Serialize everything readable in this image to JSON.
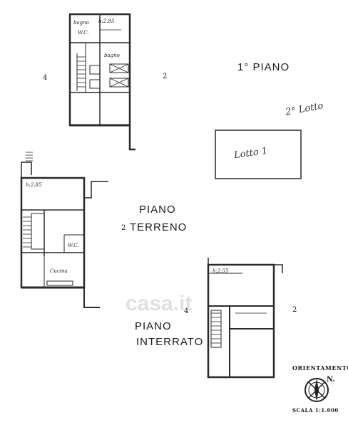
{
  "floors": {
    "first": {
      "title": "1° PIANO",
      "rooms": {
        "bagno_1": "bagno",
        "height": "h:2.85",
        "wc": "W.C.",
        "bagno_2": "bagno"
      },
      "side_left": "4",
      "side_right": "2"
    },
    "ground": {
      "title_line1": "PIANO",
      "title_line2": "TERRENO",
      "side": "2",
      "rooms": {
        "height": "h:2.85",
        "wc": "W.C.",
        "kitchen": "Cucina"
      }
    },
    "basement": {
      "title_line1": "PIANO",
      "title_line2": "INTERRATO",
      "rooms": {
        "height": "h:2.55"
      },
      "side_left": "4",
      "side_right": "2"
    }
  },
  "annex": {
    "handwritten_note": "2° Lotto",
    "box_label": "Lotto 1"
  },
  "orientation": {
    "label": "ORIENTAMENTO",
    "north": "N.",
    "scale": "SCALA 1:1.000"
  },
  "watermark": "casa.it"
}
